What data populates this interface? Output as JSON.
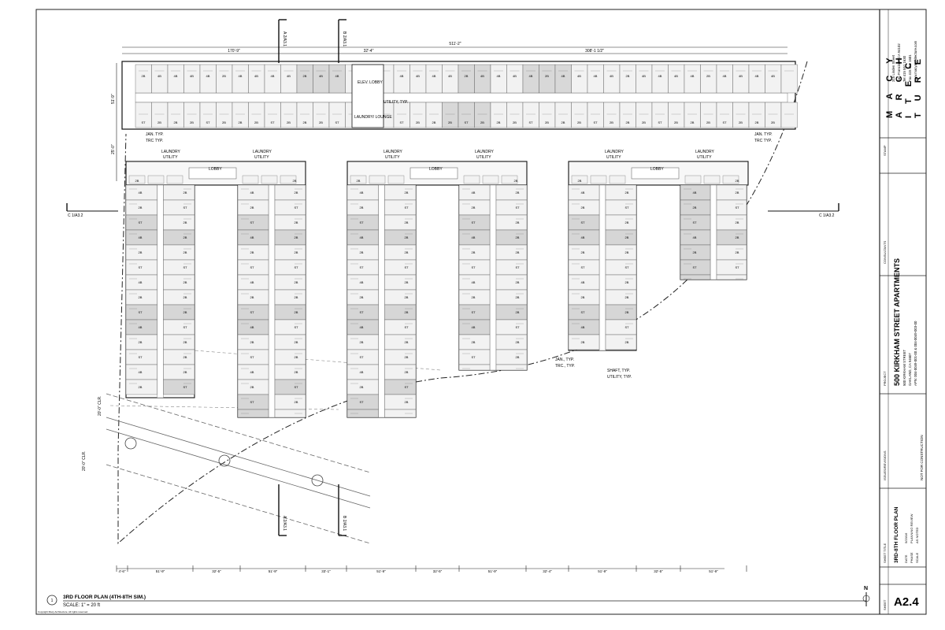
{
  "drawing": {
    "title": "3RD FLOOR PLAN (4TH-8TH SIM.)",
    "scale": "SCALE: 1\" = 20 ft",
    "callout_number": "1",
    "copyright": "Copyright Macy Architecture. All rights reserved.",
    "north_label": "N"
  },
  "dimensions": {
    "top_overall": "511'-2\"",
    "top_left": "170'-9\"",
    "top_mid": "32'-4\"",
    "top_right": "308'-1 1/2\"",
    "left_upper": "51'-9\"",
    "left_lower": "25'-0\"",
    "clr_upper": "20'-0\" CLR.",
    "clr_lower": "20'-0\" CLR.",
    "bottom": [
      "4'-6\"",
      "51'-9\"",
      "32'-5\"",
      "51'-9\"",
      "33'-1\"",
      "51'-9\"",
      "32'-5\"",
      "51'-9\"",
      "32'-4\"",
      "51'-9\"",
      "32'-5\"",
      "51'-9\""
    ]
  },
  "section_markers": {
    "a_top": "A\n2/A3.1",
    "b_top": "B\n2/A3.1",
    "a_bottom": "A\n2/A3.1",
    "b_bottom": "B\n2/A3.1",
    "c_left": "C\n1/A3.2",
    "c_right": "C\n1/A3.2"
  },
  "labels": {
    "elev_lobby": "ELEV. LOBBY",
    "laundry_lounge": "LAUNDRY/ LOUNGE",
    "utility_typ": "UTILITY, TYP.",
    "jan_typ": "JAN. TYP.",
    "trc_typ": "TRC TYP.",
    "laundry": "LAUNDRY",
    "utility": "UTILITY",
    "lobby": "LOBBY",
    "jan_typ2": "JAN., TYP.",
    "trc_typ2": "TRC., TYP.",
    "shaft_typ": "SHAFT, TYP.",
    "utility_typ2": "UTILITY, TYP."
  },
  "unit_types": [
    "2B",
    "4B",
    "ST"
  ],
  "title_block": {
    "firm_name": "MACY ARCHITECTURE",
    "firm_letters": [
      "M A C Y",
      "A R C H",
      "I T E C",
      "T U R E"
    ],
    "address": [
      "315 Linden Street",
      "San Francisco, CA 94102",
      "Tel  415 551 1630",
      "Fax  415 551 1601",
      "www.macyarchitecture.com"
    ],
    "stamp_label": "STAMP",
    "consultants_label": "CONSULTANTS",
    "project_label": "PROJECT",
    "project_name": "500 KIRKHAM STREET APARTMENTS",
    "project_address": [
      "500 KIRKHAM STREET",
      "OAKLAND, CA 94607",
      "APN: 004-0049-001-00 & 004-0049-003-00"
    ],
    "issues_label": "ISSUES/REVISIONS",
    "not_for_construction": "NOT FOR CONSTRUCTION",
    "sheet_title_label": "SHEET TITLE",
    "sheet_title": "3RD-8TH FLOOR PLAN",
    "date_label": "DATE",
    "date_value": "5/23/16",
    "phase_label": "PHASE",
    "phase_value": "PLANNING REVIEW",
    "scale_label": "SCALE",
    "scale_value": "AS NOTED",
    "sheet_label": "SHEET",
    "sheet_number": "A2.4"
  }
}
